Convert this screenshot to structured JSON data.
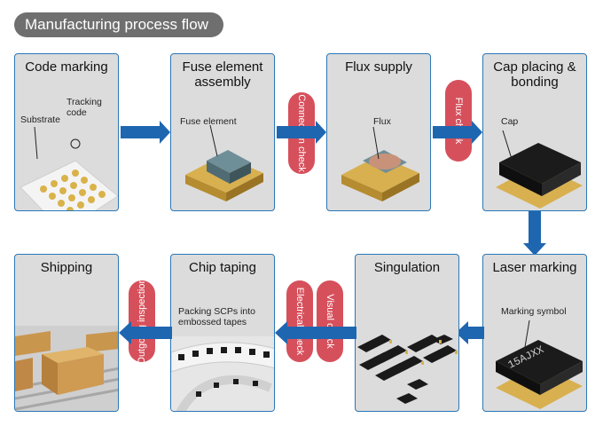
{
  "header": {
    "title": "Manufacturing process flow"
  },
  "steps": [
    {
      "title": "Code marking",
      "labels": [
        "Substrate",
        "Tracking code"
      ]
    },
    {
      "title": "Fuse element assembly",
      "labels": [
        "Fuse element"
      ]
    },
    {
      "title": "Flux supply",
      "labels": [
        "Flux"
      ]
    },
    {
      "title": "Cap placing & bonding",
      "labels": [
        "Cap"
      ]
    },
    {
      "title": "Laser marking",
      "labels": [
        "Marking symbol"
      ],
      "marking": "15AJXX"
    },
    {
      "title": "Singulation",
      "labels": []
    },
    {
      "title": "Chip taping",
      "labels": [
        "Packing SCPs into embossed tapes"
      ]
    },
    {
      "title": "Shipping",
      "labels": []
    }
  ],
  "checks": [
    "Connection check",
    "Flux check",
    "Visual check",
    "Electrical check",
    "Outgoing inspection"
  ],
  "colors": {
    "card_border": "#2a78b8",
    "arrow": "#1f66b0",
    "check_pill": "#d6505c",
    "card_bg": "#dcdcdc"
  }
}
